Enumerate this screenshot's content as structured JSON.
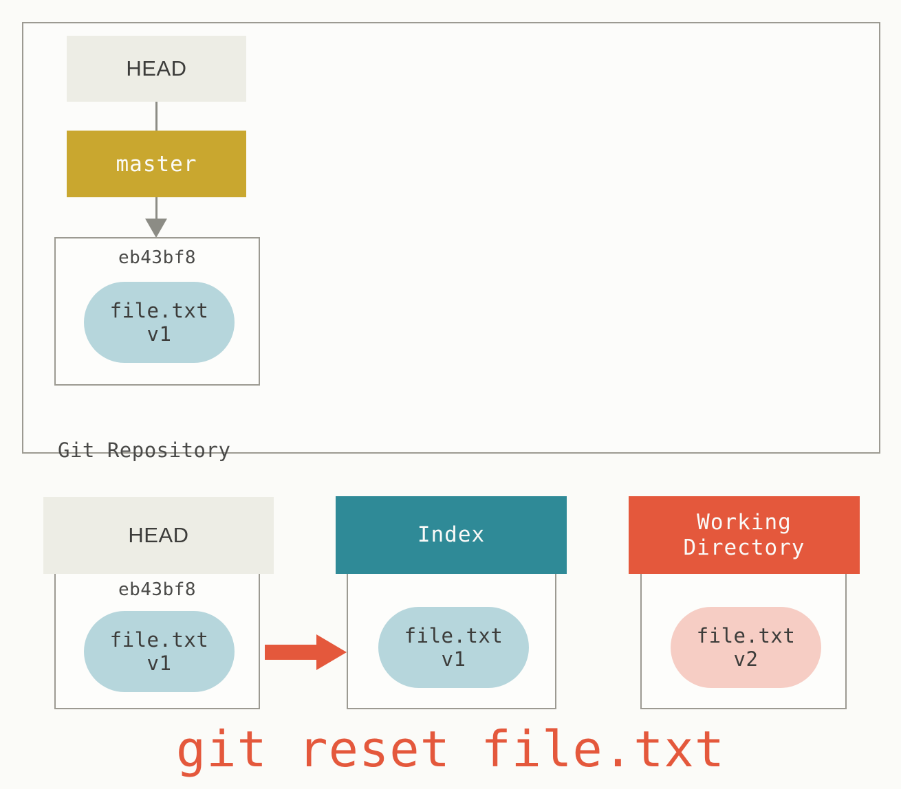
{
  "diagram": {
    "title": "git reset file.txt",
    "caption": "git reset file.txt",
    "colors": {
      "background": "#FBFBF8",
      "border_gray": "#9C9A92",
      "head_box": "#EDEDE5",
      "master_box": "#C9A72F",
      "index_header": "#2F8A97",
      "working_dir_header": "#E4583C",
      "blob_blue": "#B6D6DC",
      "blob_pink": "#F6CDC4",
      "accent_red": "#E4583C",
      "text_dark": "#3C3C3A"
    }
  },
  "repository": {
    "label": "Git Repository",
    "head_pointer": "HEAD",
    "branch": "master",
    "commit": {
      "hash": "eb43bf8",
      "file_name": "file.txt",
      "file_version": "v1"
    }
  },
  "areas": {
    "head": {
      "header": "HEAD",
      "hash": "eb43bf8",
      "file_name": "file.txt",
      "file_version": "v1"
    },
    "index": {
      "header": "Index",
      "file_name": "file.txt",
      "file_version": "v1"
    },
    "working_directory": {
      "header_line1": "Working",
      "header_line2": "Directory",
      "file_name": "file.txt",
      "file_version": "v2"
    }
  },
  "arrows": {
    "head_to_master": "arrow-down-icon",
    "master_to_commit": "arrow-down-icon",
    "head_to_index": "arrow-right-icon"
  }
}
